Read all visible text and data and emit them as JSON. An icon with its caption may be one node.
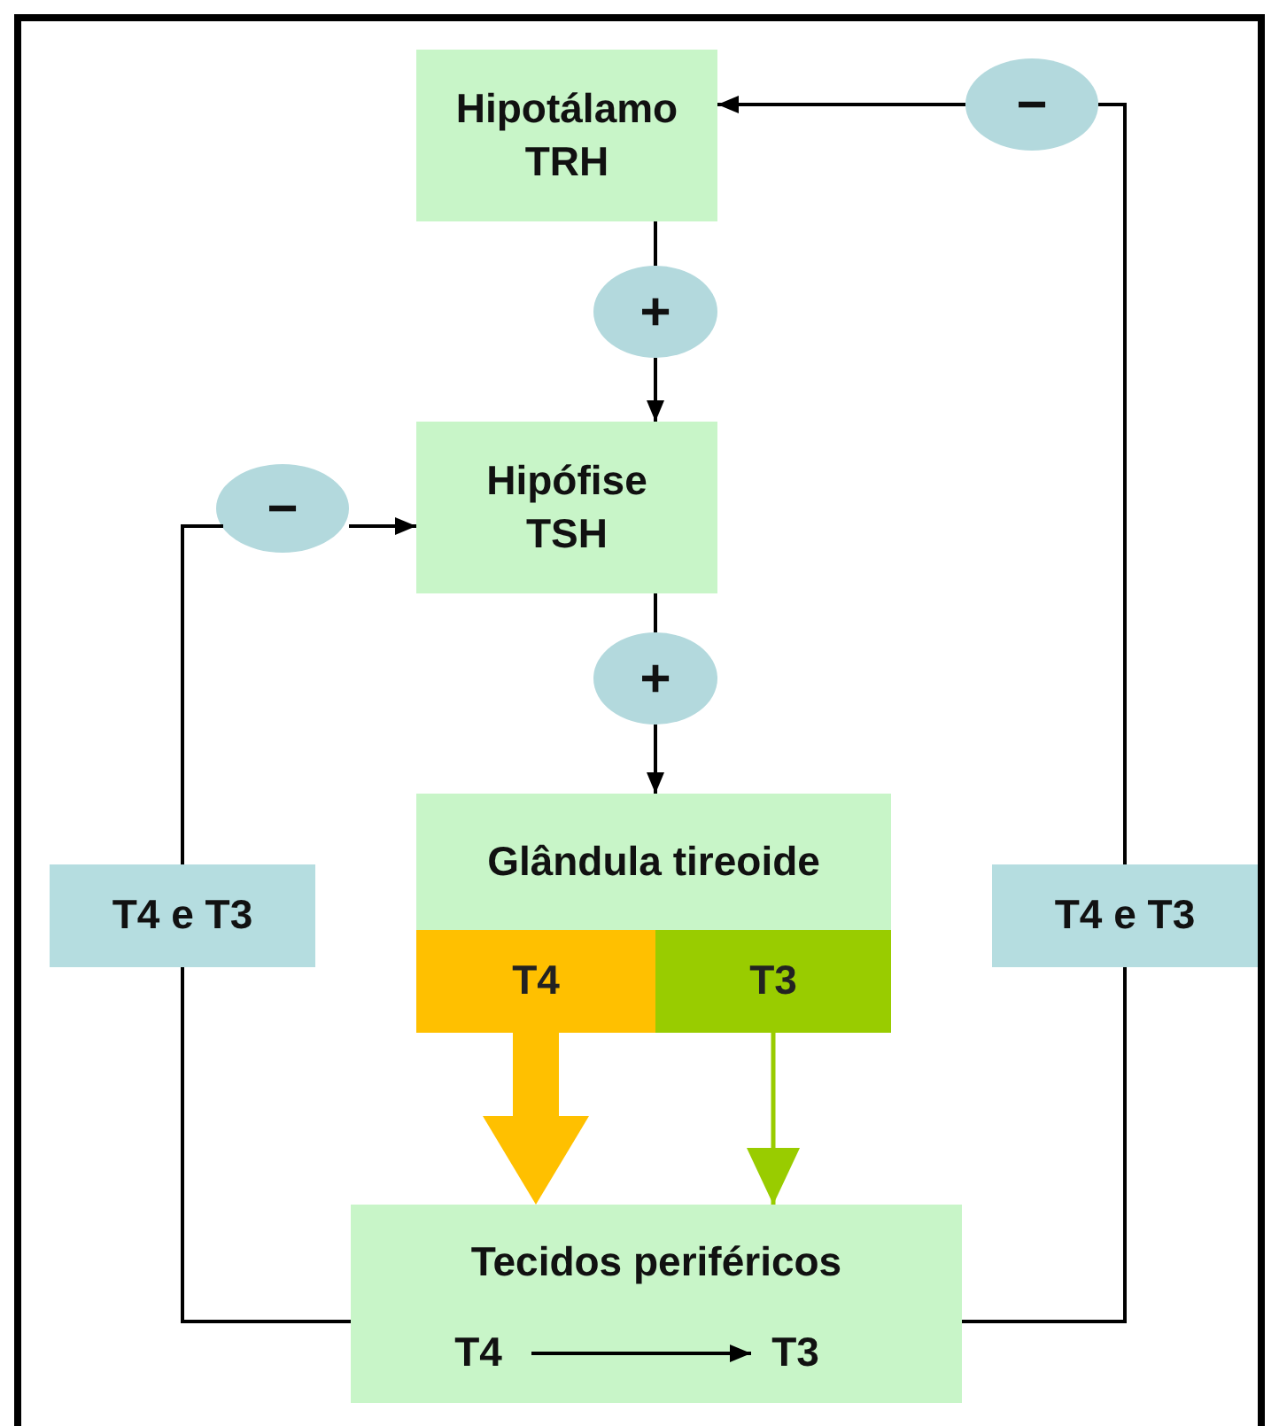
{
  "diagram": {
    "nodes": [
      {
        "text": [
          "Hipotálamo",
          "TRH"
        ]
      },
      {
        "text": [
          "+"
        ]
      },
      {
        "text": [
          "Hipófise",
          "TSH"
        ]
      },
      {
        "text": [
          "+"
        ]
      },
      {
        "text": [
          "Glândula tireoide"
        ]
      },
      {
        "text": [
          "T4"
        ]
      },
      {
        "text": [
          "T3"
        ]
      },
      {
        "text": [
          "Tecidos periféricos"
        ]
      },
      {
        "text": [
          "T4"
        ],
        "in": 7
      },
      {
        "text": [
          "T3"
        ],
        "in": 7
      },
      {
        "text": [
          "−"
        ]
      },
      {
        "text": [
          "T4 e T3"
        ]
      },
      {
        "text": [
          "−"
        ]
      },
      {
        "text": [
          "T4 e T3"
        ]
      }
    ],
    "edges": [
      {
        "from": 0,
        "to": 1,
        "arrow": "none"
      },
      {
        "from": 1,
        "to": 2,
        "arrow": "to"
      },
      {
        "from": 2,
        "to": 3,
        "arrow": "none"
      },
      {
        "from": 3,
        "to": 4,
        "arrow": "to"
      },
      {
        "from": 5,
        "to": 7,
        "arrow": "to",
        "style": "thick",
        "color": "#ffc000"
      },
      {
        "from": 6,
        "to": 7,
        "arrow": "to",
        "color": "#99cc00"
      },
      {
        "from": 8,
        "to": 9,
        "arrow": "to"
      },
      {
        "from": 7,
        "to": 11,
        "arrow": "none"
      },
      {
        "from": 11,
        "to": 10,
        "arrow": "none"
      },
      {
        "from": 10,
        "to": 2,
        "arrow": "to"
      },
      {
        "from": 7,
        "to": 13,
        "arrow": "none"
      },
      {
        "from": 13,
        "to": 12,
        "arrow": "none"
      },
      {
        "from": 12,
        "to": 0,
        "arrow": "to"
      }
    ]
  }
}
